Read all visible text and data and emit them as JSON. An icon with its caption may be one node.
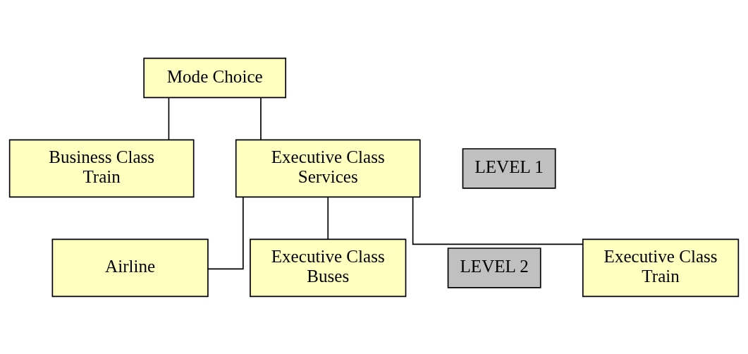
{
  "diagram": {
    "nodes": [
      {
        "text": [
          "Mode Choice"
        ]
      },
      {
        "text": [
          "Business Class Train"
        ]
      },
      {
        "text": [
          "Executive Class Services"
        ]
      },
      {
        "text": [
          "LEVEL 1"
        ]
      },
      {
        "text": [
          "LEVEL 2"
        ]
      },
      {
        "text": [
          "Executive Class Train"
        ]
      },
      {
        "text": [
          "Airline"
        ]
      },
      {
        "text": [
          "Executive Class Buses"
        ]
      }
    ],
    "edges": [
      {
        "from": 0,
        "to": 1,
        "arrow": "none"
      },
      {
        "from": 0,
        "to": 2,
        "arrow": "none"
      },
      {
        "from": 2,
        "to": 5,
        "arrow": "none"
      },
      {
        "from": 2,
        "to": 6,
        "arrow": "none"
      },
      {
        "from": 2,
        "to": 7,
        "arrow": "none"
      }
    ]
  }
}
